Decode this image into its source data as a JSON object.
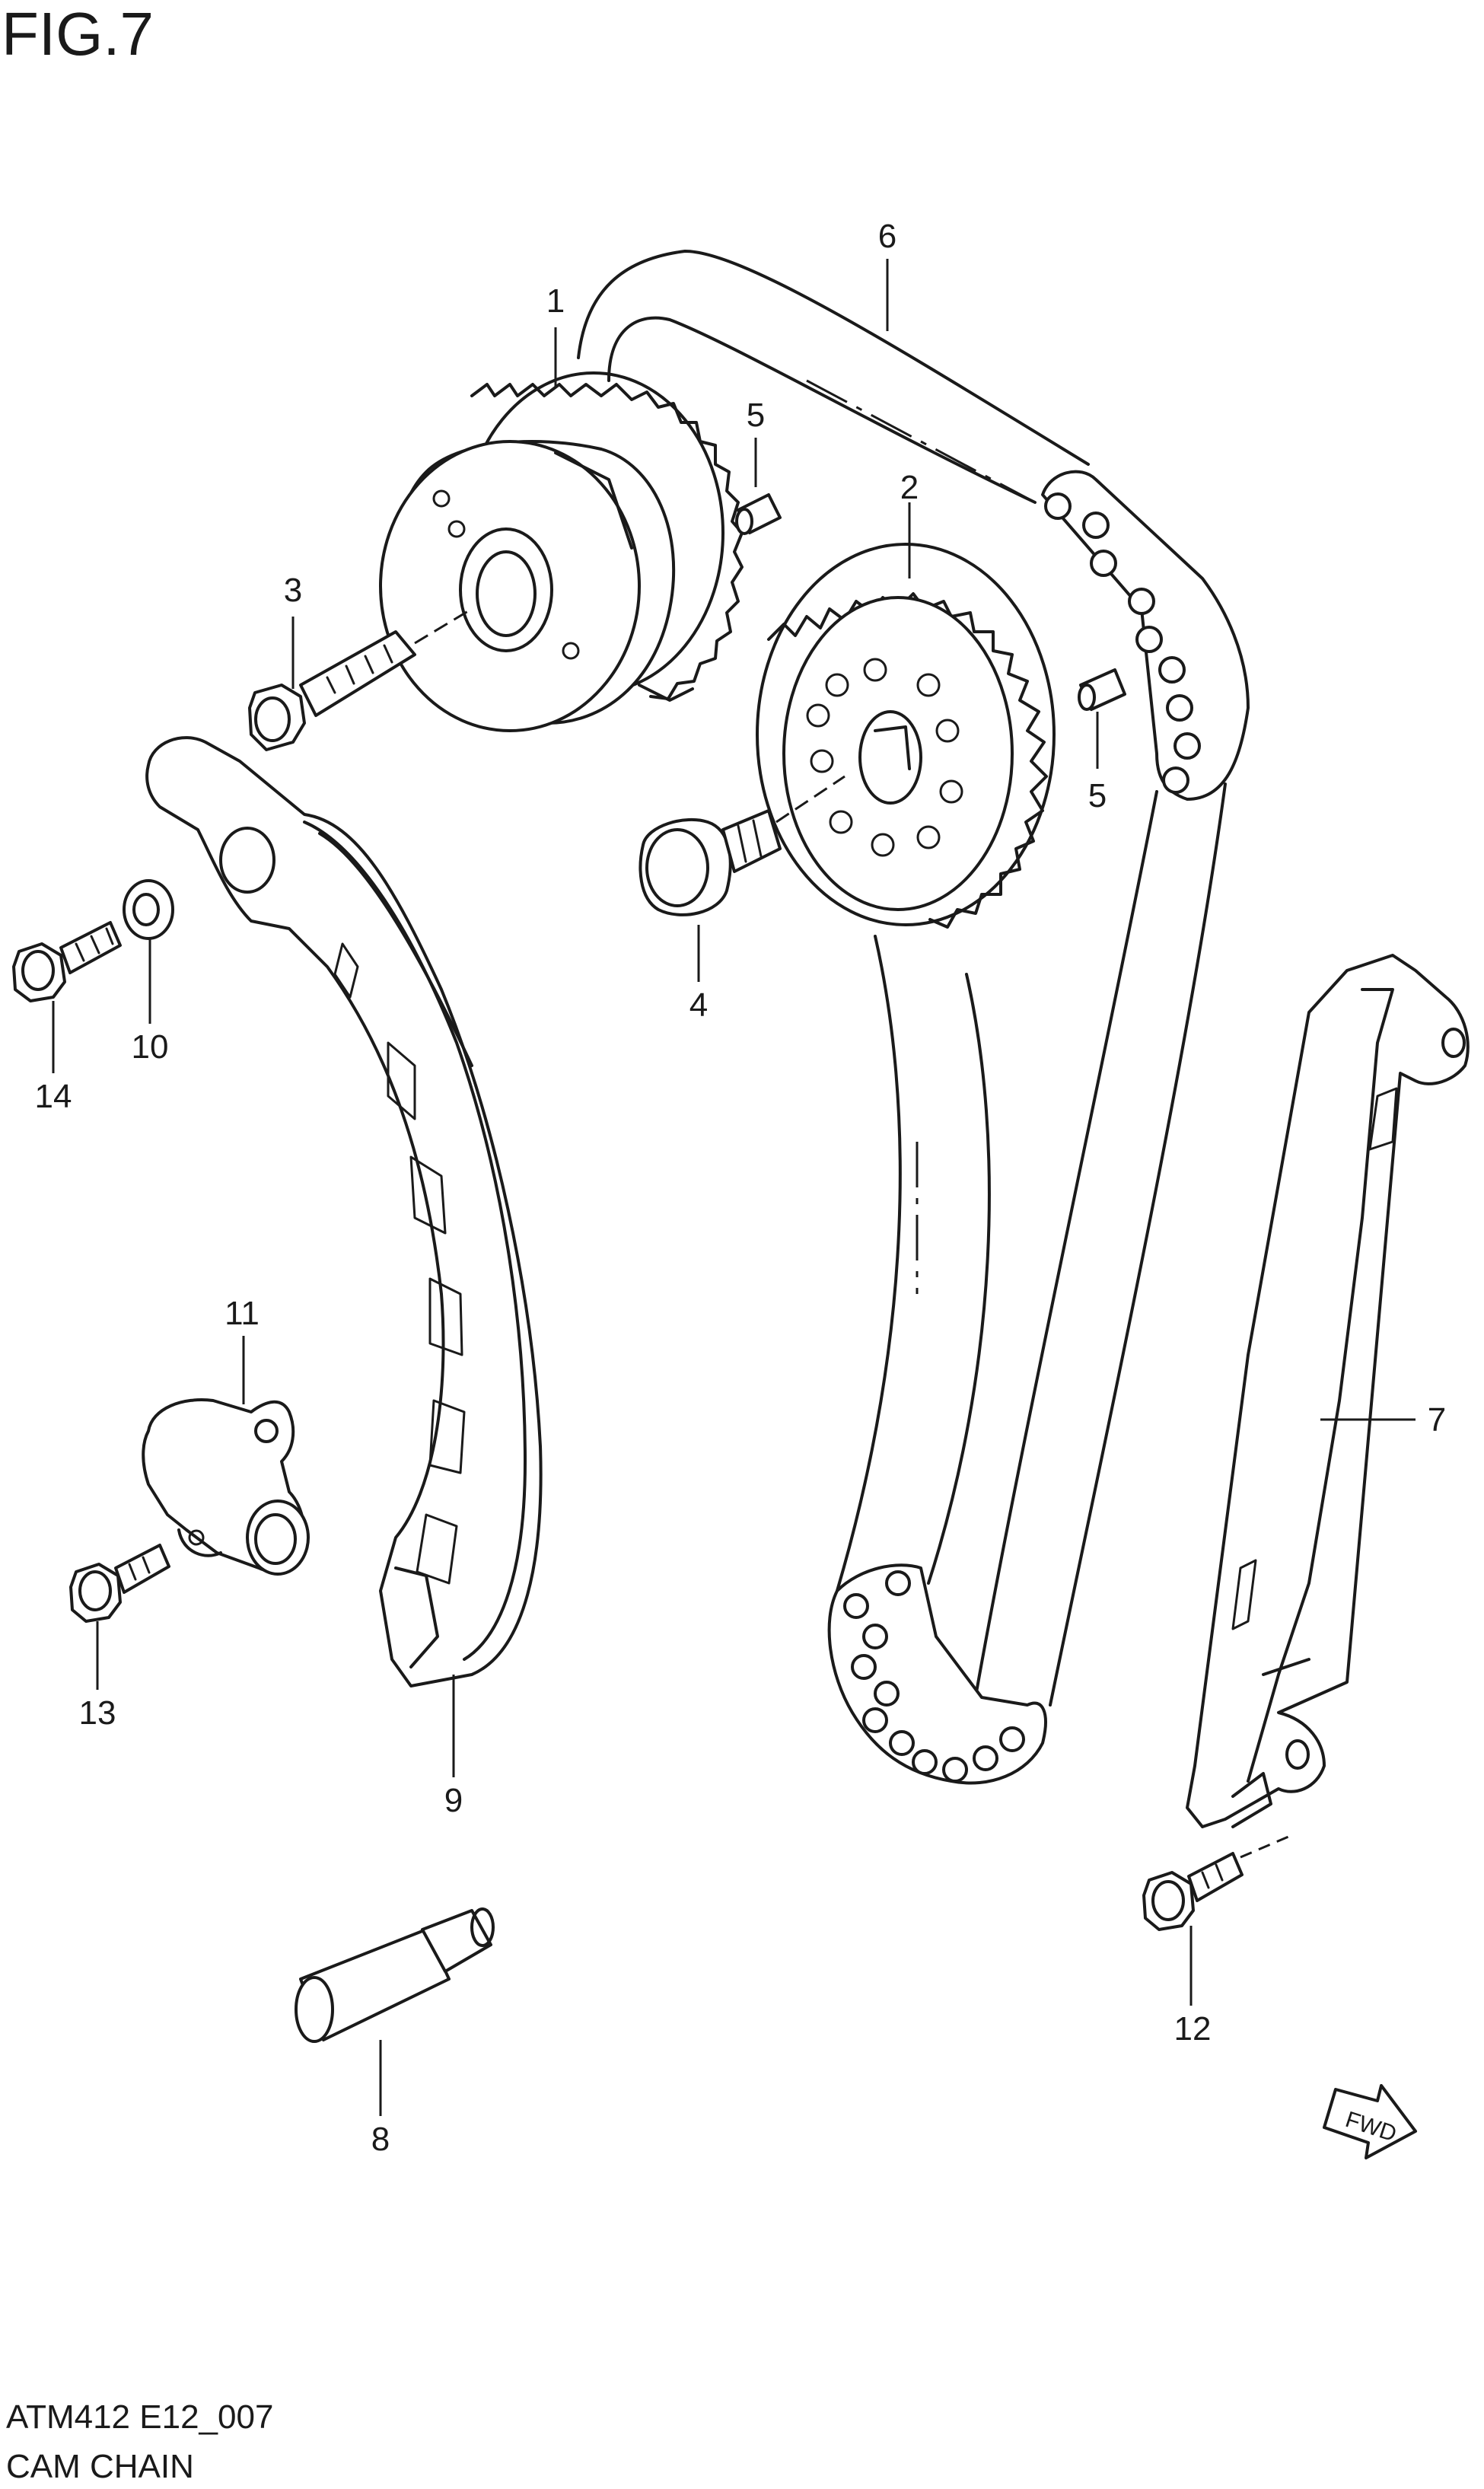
{
  "figure": {
    "title": "FIG.7"
  },
  "callouts": [
    {
      "id": "1",
      "label": "1"
    },
    {
      "id": "2",
      "label": "2"
    },
    {
      "id": "3",
      "label": "3"
    },
    {
      "id": "4",
      "label": "4"
    },
    {
      "id": "5a",
      "label": "5"
    },
    {
      "id": "5b",
      "label": "5"
    },
    {
      "id": "6",
      "label": "6"
    },
    {
      "id": "7",
      "label": "7"
    },
    {
      "id": "8",
      "label": "8"
    },
    {
      "id": "9",
      "label": "9"
    },
    {
      "id": "10",
      "label": "10"
    },
    {
      "id": "11",
      "label": "11"
    },
    {
      "id": "12",
      "label": "12"
    },
    {
      "id": "13",
      "label": "13"
    },
    {
      "id": "14",
      "label": "14"
    }
  ],
  "direction_marker": {
    "label": "FWD"
  },
  "footer": {
    "code": "ATM412 E12_007",
    "section": "CAM CHAIN"
  }
}
